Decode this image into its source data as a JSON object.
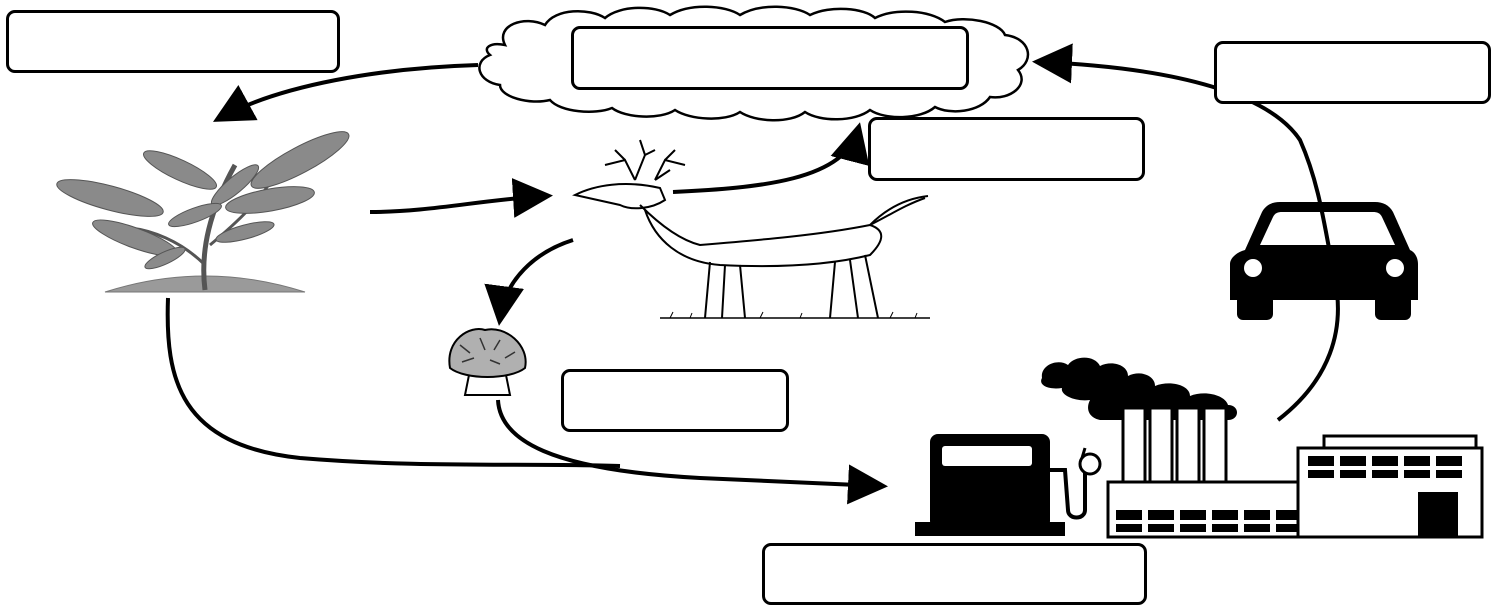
{
  "diagram": {
    "theme": {
      "stroke": "#000000",
      "plant_leaf": "#8a8a8a",
      "soil": "#9a9a9a",
      "mushroom_cap": "#b0b0b0",
      "background": "#ffffff"
    },
    "labels": [
      {
        "id": "label-top-left",
        "text": ""
      },
      {
        "id": "label-atmosphere",
        "text": ""
      },
      {
        "id": "label-top-right",
        "text": ""
      },
      {
        "id": "label-respiration",
        "text": ""
      },
      {
        "id": "label-decomposer",
        "text": ""
      },
      {
        "id": "label-fossil-fuels",
        "text": ""
      }
    ],
    "icons": [
      "cloud-icon",
      "plant-icon",
      "deer-icon",
      "mushroom-icon",
      "car-icon",
      "factory-icon",
      "fuel-pump-icon"
    ]
  }
}
